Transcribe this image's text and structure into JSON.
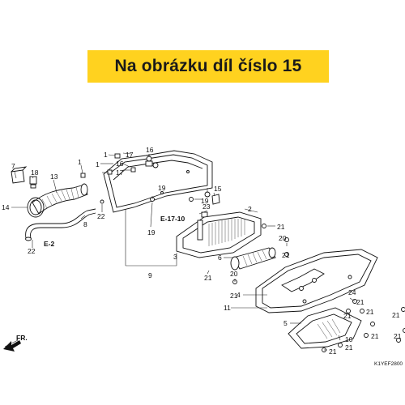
{
  "banner": {
    "text": "Na obrázku díl číslo 15",
    "color": "#ffd21f"
  },
  "diagram": {
    "code": "K1YEF2800",
    "direction_label": "FR.",
    "ref_codes": [
      "E-17-10",
      "E-2"
    ],
    "callouts": {
      "c1a": "1",
      "c1b": "1",
      "c1c": "1",
      "c2": "2",
      "c3": "3",
      "c4": "4",
      "c5": "5",
      "c6": "6",
      "c7": "7",
      "c8": "8",
      "c9": "9",
      "c10": "10",
      "c11": "11",
      "c13": "13",
      "c14": "14",
      "c15": "15",
      "c16a": "16",
      "c16b": "16",
      "c17a": "17",
      "c17b": "17",
      "c18": "18",
      "c19a": "19",
      "c19b": "19",
      "c19c": "19",
      "c20a": "20",
      "c20b": "20",
      "c21a": "21",
      "c21b": "21",
      "c21c": "21",
      "c21d": "21",
      "c21e": "21",
      "c21f": "21",
      "c21g": "21",
      "c21h": "21",
      "c21i": "21",
      "c21j": "21",
      "c21k": "21",
      "c21l": "21",
      "c22a": "22",
      "c22b": "22",
      "c23": "23",
      "c24": "24"
    }
  }
}
